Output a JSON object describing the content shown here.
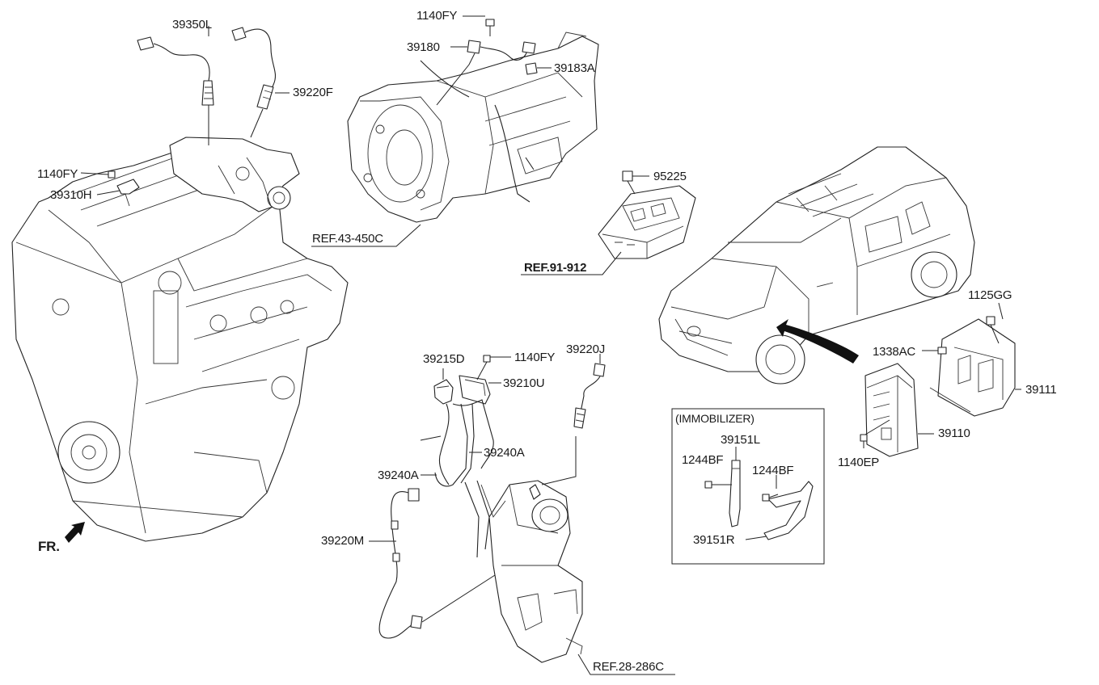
{
  "labels": {
    "p39350L": "39350L",
    "p39220F": "39220F",
    "p1140FY_a": "1140FY",
    "p39310H": "39310H",
    "p1140FY_b": "1140FY",
    "p39180": "39180",
    "p39183A": "39183A",
    "ref43": "REF.43-450C",
    "p95225": "95225",
    "ref91": "REF.91-912",
    "p1125GG": "1125GG",
    "p1338AC": "1338AC",
    "p39111": "39111",
    "p39110": "39110",
    "p1140EP": "1140EP",
    "p39215D": "39215D",
    "p1140FY_c": "1140FY",
    "p39220J": "39220J",
    "p39210U": "39210U",
    "p39240A_a": "39240A",
    "p39240A_b": "39240A",
    "p39220M": "39220M",
    "ref28": "REF.28-286C",
    "immobilizer": "(IMMOBILIZER)",
    "p39151L": "39151L",
    "p1244BF_a": "1244BF",
    "p1244BF_b": "1244BF",
    "p39151R": "39151R",
    "fr": "FR."
  }
}
